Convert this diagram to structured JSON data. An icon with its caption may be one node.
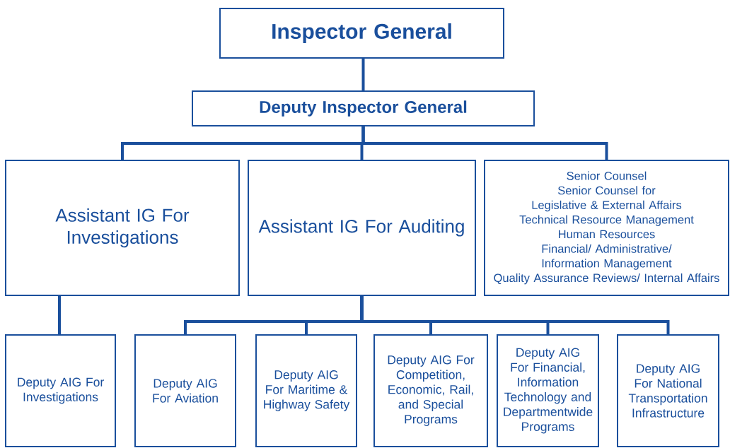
{
  "diagram": {
    "nodes": [
      {
        "text": [
          "Inspector General"
        ]
      },
      {
        "text": [
          "Deputy Inspector General"
        ]
      },
      {
        "text": [
          "Assistant IG For Investigations"
        ]
      },
      {
        "text": [
          "Assistant IG For Auditing"
        ]
      },
      {
        "text": [
          "Senior Counsel",
          "Senior Counsel for Legislative & External Affairs",
          "Technical Resource Management",
          "Human Resources",
          "Financial/ Administrative/ Information Management",
          "Quality Assurance Reviews/ Internal Affairs"
        ]
      },
      {
        "text": [
          "Deputy AIG For Investigations"
        ]
      },
      {
        "text": [
          "Deputy AIG For Aviation"
        ]
      },
      {
        "text": [
          "Deputy AIG For Maritime & Highway Safety"
        ]
      },
      {
        "text": [
          "Deputy AIG For Competition, Economic, Rail, and Special Programs"
        ]
      },
      {
        "text": [
          "Deputy AIG For Financial, Information Technology and Departmentwide Programs"
        ]
      },
      {
        "text": [
          "Deputy AIG For National Transportation Infrastructure"
        ]
      }
    ],
    "edges": [
      {
        "from": 0,
        "to": 1,
        "arrow": "none"
      },
      {
        "from": 1,
        "to": 2,
        "arrow": "none"
      },
      {
        "from": 1,
        "to": 3,
        "arrow": "none"
      },
      {
        "from": 1,
        "to": 4,
        "arrow": "none"
      },
      {
        "from": 2,
        "to": 5,
        "arrow": "none"
      },
      {
        "from": 3,
        "to": 6,
        "arrow": "none"
      },
      {
        "from": 3,
        "to": 7,
        "arrow": "none"
      },
      {
        "from": 3,
        "to": 8,
        "arrow": "none"
      },
      {
        "from": 3,
        "to": 9,
        "arrow": "none"
      },
      {
        "from": 3,
        "to": 10,
        "arrow": "none"
      }
    ]
  }
}
